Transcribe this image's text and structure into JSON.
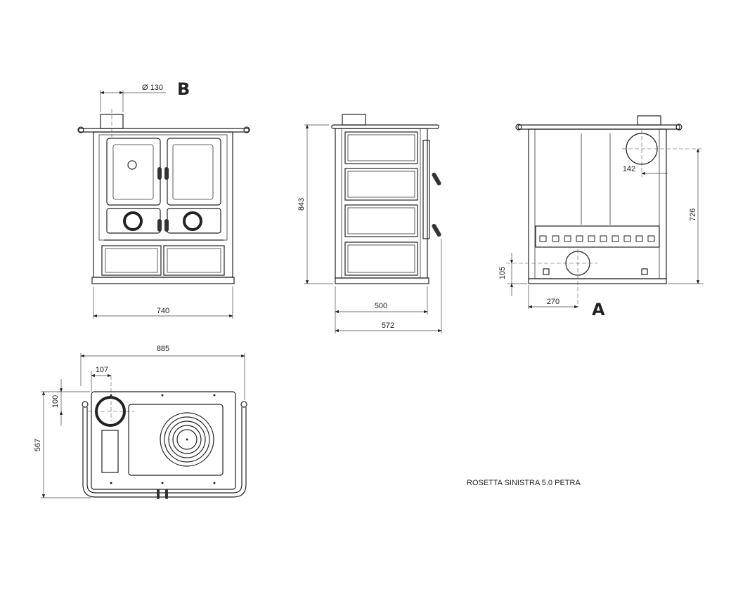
{
  "title": "ROSETTA SINISTRA 5.0 PETRA",
  "views": {
    "front": {
      "label": "B",
      "flue_diameter": "Ø 130",
      "width": "740"
    },
    "side": {
      "height": "843",
      "depth_body": "500",
      "depth_total": "572"
    },
    "rear": {
      "label": "A",
      "flue_offset": "142",
      "flue_height": "726",
      "rear_outlet_height": "105",
      "rear_outlet_offset": "270"
    },
    "top": {
      "total_width": "885",
      "flue_x": "107",
      "flue_y": "100",
      "depth": "567"
    }
  }
}
